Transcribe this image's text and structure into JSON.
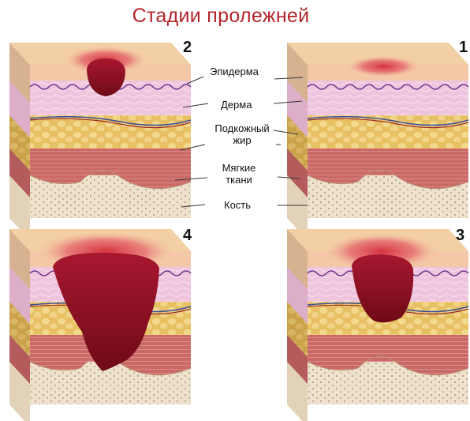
{
  "title": "Стадии пролежней",
  "stages": [
    {
      "id": "stage-1",
      "number": "1"
    },
    {
      "id": "stage-2",
      "number": "2"
    },
    {
      "id": "stage-3",
      "number": "3"
    },
    {
      "id": "stage-4",
      "number": "4"
    }
  ],
  "layers": {
    "epidermis": "Эпидерма",
    "dermis": "Дерма",
    "fat_line1": "Подкожный",
    "fat_line2": "жир",
    "soft_line1": "Мягкие",
    "soft_line2": "ткани",
    "bone": "Кость"
  },
  "colors": {
    "title": "#b3262b",
    "epidermis_top": "#f6d2ab",
    "dermis": "#f0c6df",
    "fat": "#e8c46a",
    "muscle": "#c86868",
    "bone": "#efe1cc",
    "wound": "#8c0f20"
  }
}
